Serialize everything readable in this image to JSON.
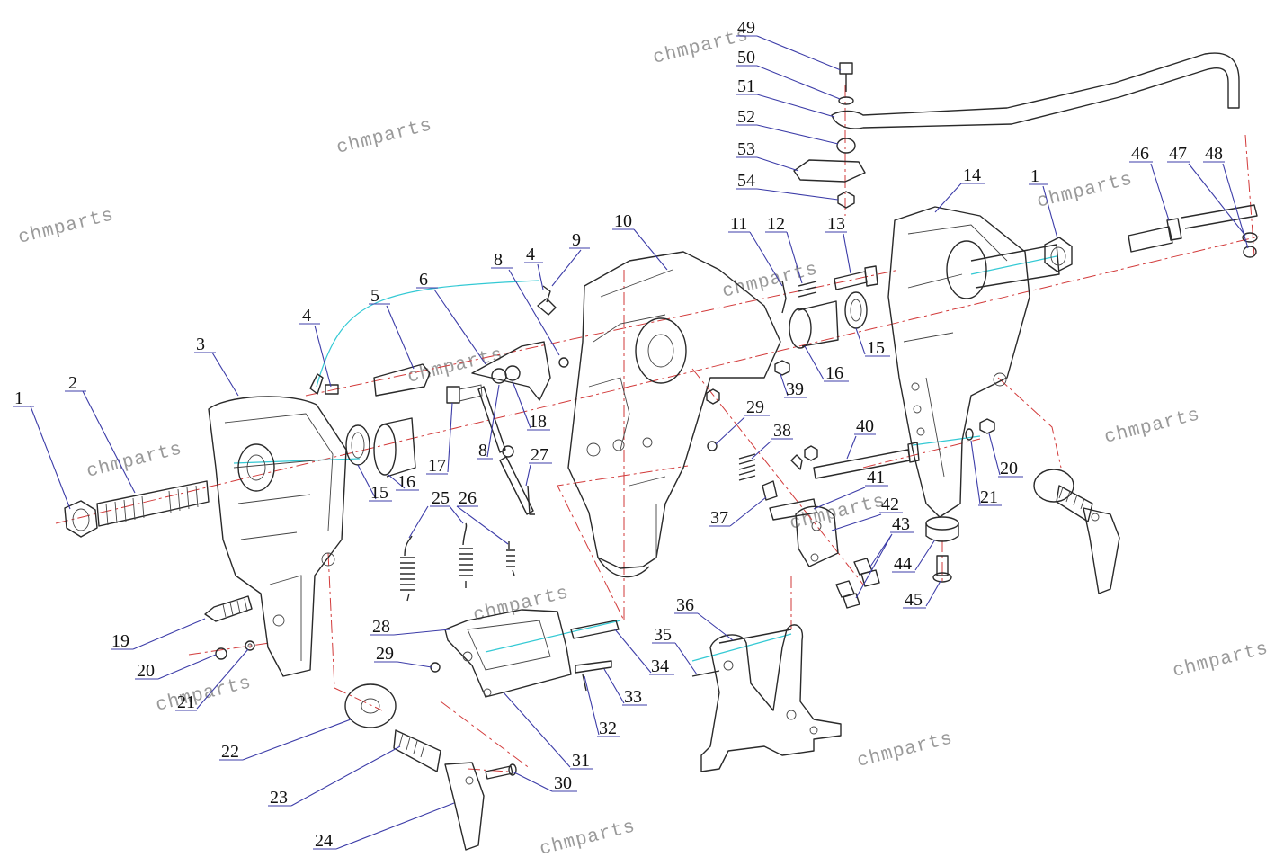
{
  "watermark": "chmparts",
  "callouts": [
    "1",
    "2",
    "3",
    "4",
    "4",
    "5",
    "6",
    "8",
    "8",
    "9",
    "10",
    "11",
    "12",
    "13",
    "14",
    "1",
    "15",
    "15",
    "16",
    "16",
    "17",
    "18",
    "19",
    "20",
    "21",
    "20",
    "21",
    "22",
    "23",
    "24",
    "25",
    "26",
    "27",
    "28",
    "29",
    "29",
    "30",
    "31",
    "32",
    "33",
    "34",
    "35",
    "36",
    "37",
    "38",
    "39",
    "40",
    "41",
    "42",
    "43",
    "44",
    "45",
    "46",
    "47",
    "48",
    "49",
    "50",
    "51",
    "52",
    "53",
    "54"
  ],
  "colors": {
    "leader": "#3c3ca8",
    "axis": "#d23a3a",
    "cable": "#33c9d4",
    "line": "#2a2a2a"
  }
}
